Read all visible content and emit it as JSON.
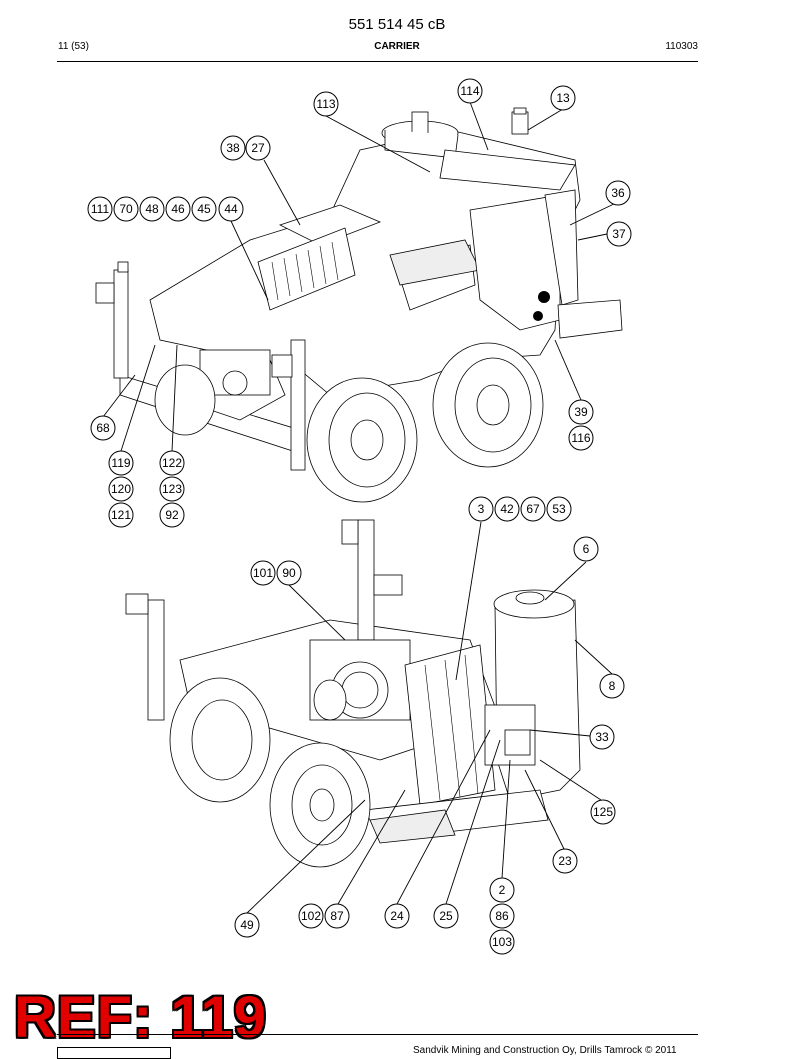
{
  "header": {
    "doc_number": "551 514 45 cB",
    "page": "11 (53)",
    "section": "CARRIER",
    "date_code": "110303"
  },
  "watermark": {
    "ref_text": "REF: 119"
  },
  "footer": {
    "copyright": "Sandvik Mining and Construction Oy, Drills Tamrock © 2011"
  },
  "callouts": [
    "114",
    "13",
    "113",
    "38",
    "27",
    "36",
    "111",
    "70",
    "48",
    "46",
    "45",
    "44",
    "37",
    "68",
    "39",
    "116",
    "119",
    "122",
    "120",
    "123",
    "121",
    "92",
    "3",
    "42",
    "67",
    "53",
    "6",
    "101",
    "90",
    "8",
    "33",
    "125",
    "23",
    "2",
    "86",
    "103",
    "49",
    "102",
    "87",
    "24",
    "25"
  ]
}
